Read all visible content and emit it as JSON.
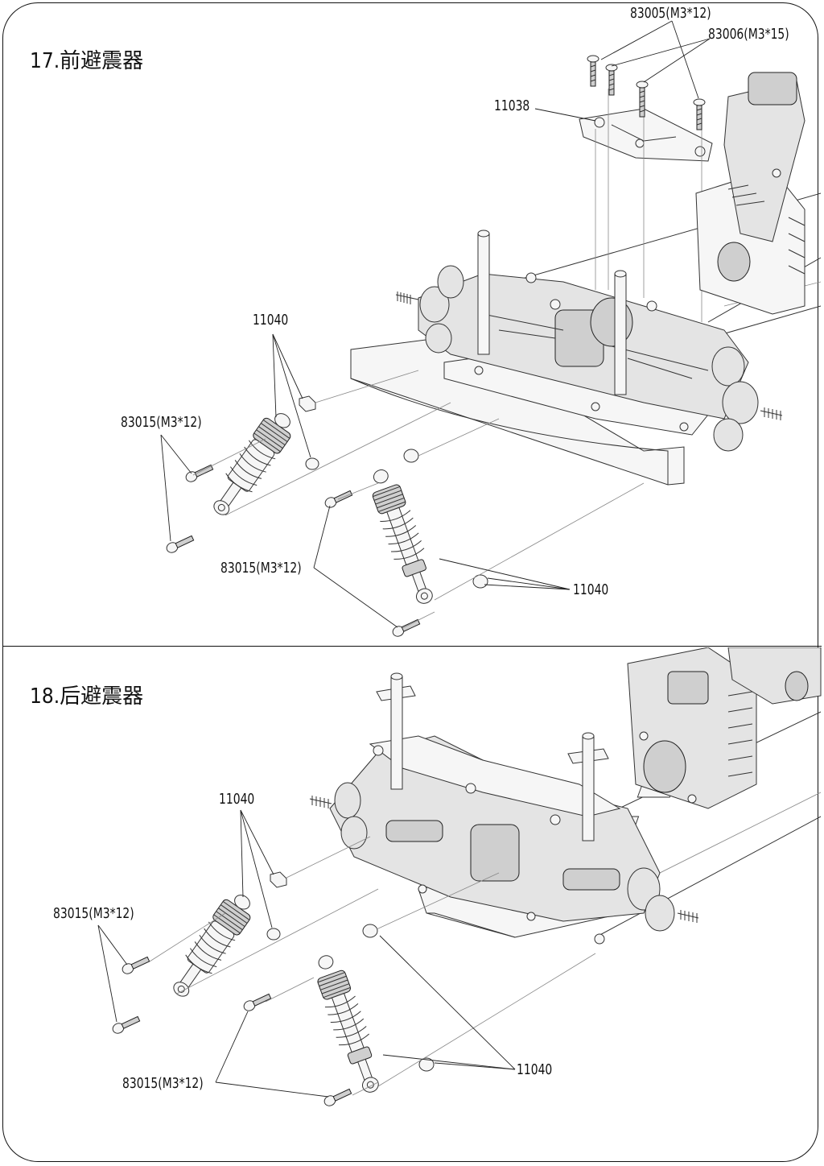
{
  "steps": [
    {
      "title": "17.前避震器",
      "labels": {
        "screw_83005": "83005(M3*12)",
        "screw_83006": "83006(M3*15)",
        "shock_tower": "11038",
        "bushing_upper": "11040",
        "bushing_lower": "11040",
        "screw_left": "83015(M3*12)",
        "screw_center": "83015(M3*12)"
      }
    },
    {
      "title": "18.后避震器",
      "labels": {
        "bushing_upper": "11040",
        "bushing_lower": "11040",
        "screw_left": "83015(M3*12)",
        "screw_bottom": "83015(M3*12)"
      }
    }
  ]
}
